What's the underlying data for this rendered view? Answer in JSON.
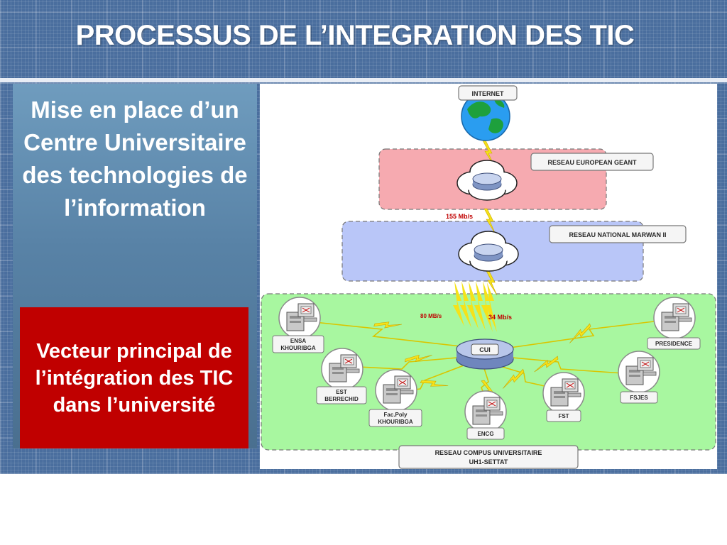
{
  "slide": {
    "title": "PROCESSUS DE  L’INTEGRATION DES TIC",
    "left_text": "Mise en place d’un Centre Universitaire des technologies de l’information",
    "red_text": "Vecteur principal de l’intégration des TIC dans l’université"
  },
  "diagram": {
    "internet": "INTERNET",
    "geant": "RESEAU EUROPEAN GEANT",
    "marwan": "RESEAU NATIONAL MARWAN II",
    "speed_155": "155 Mb/s",
    "speed_80": "80 MB/s",
    "speed_34": "34 Mb/s",
    "cui": "CUI",
    "campus_line1": "RESEAU COMPUS UNIVERSITAIRE",
    "campus_line2": "UH1-SETTAT",
    "nodes": {
      "ensa_1": "ENSA",
      "ensa_2": "KHOURIBGA",
      "est_1": "EST",
      "est_2": "BERRECHID",
      "fac_1": "Fac.Poly",
      "fac_2": "KHOURIBGA",
      "encg": "ENCG",
      "fst": "FST",
      "fsjes": "FSJES",
      "presidence": "PRESIDENCE"
    },
    "colors": {
      "geant_zone": "#f6aab0",
      "marwan_zone": "#b9c6f8",
      "campus_zone": "#a8f7a0",
      "lightning": "#f5e21a",
      "speed_text": "#c00000"
    }
  }
}
